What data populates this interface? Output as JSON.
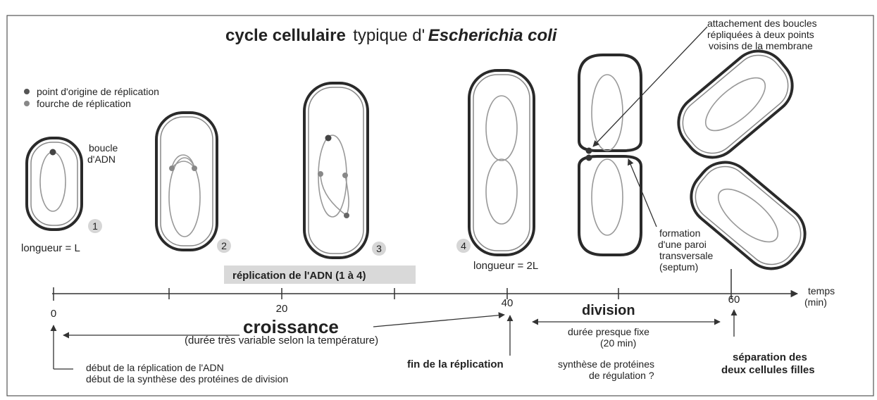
{
  "title": {
    "part1": "cycle cellulaire",
    "part2": "typique d'",
    "part3": "Escherichia coli"
  },
  "legend": {
    "origin": "point d'origine de réplication",
    "fork": "fourche de réplication"
  },
  "top_annotation": {
    "line1": "attachement des boucles",
    "line2": "répliquées à deux points",
    "line3": "voisins de la membrane"
  },
  "cells": {
    "loop_label_1": "boucle",
    "loop_label_2": "d'ADN",
    "length_L": "longueur = L",
    "length_2L": "longueur = 2L",
    "steps": [
      "1",
      "2",
      "3",
      "4"
    ]
  },
  "septum": {
    "line1": "formation",
    "line2": "d'une paroi",
    "line3": "transversale",
    "line4": "(septum)"
  },
  "replication_box": "réplication de l'ADN (1 à 4)",
  "timeline": {
    "ticks": [
      "0",
      "20",
      "40",
      "60"
    ],
    "unit_1": "temps",
    "unit_2": "(min)"
  },
  "growth": {
    "title": "croissance",
    "note": "(durée très variable selon la température)"
  },
  "division": {
    "title": "division",
    "note1": "durée presque fixe",
    "note2": "(20 min)"
  },
  "bottom": {
    "start1": "début de la réplication de l'ADN",
    "start2": "début de la synthèse des protéines de division",
    "end": "fin de la réplication",
    "synth1": "synthèse de protéines",
    "synth2": "de régulation ?",
    "sep1": "séparation des",
    "sep2": "deux cellules filles"
  },
  "colors": {
    "background": "#ffffff",
    "ink": "#222222",
    "cell_wall": "#2a2a2a",
    "dna": "#999999",
    "badge": "#d6d6d6"
  }
}
